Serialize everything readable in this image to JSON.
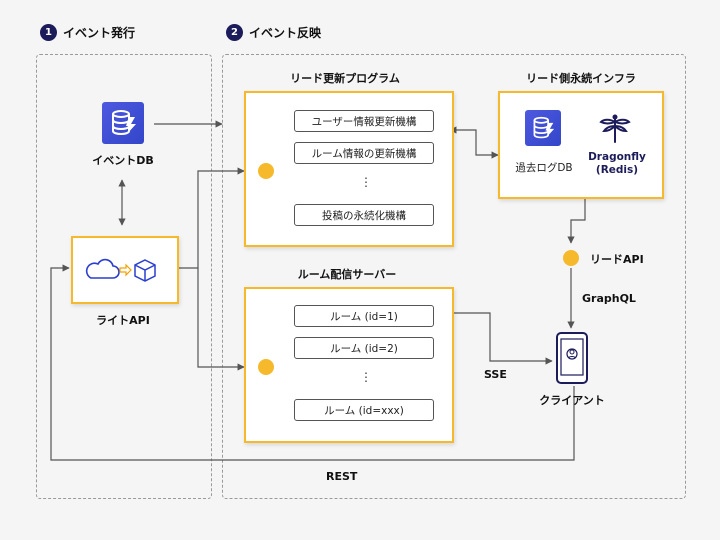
{
  "sections": {
    "publish": {
      "number": "1",
      "title": "イベント発行"
    },
    "reflect": {
      "number": "2",
      "title": "イベント反映"
    }
  },
  "nodes": {
    "event_db": "イベントDB",
    "write_api": "ライトAPI",
    "read_api": "リードAPI",
    "client": "クライアント"
  },
  "read_update": {
    "title": "リード更新プログラム",
    "items": [
      "ユーザー情報更新機構",
      "ルーム情報の更新機構",
      "⋮",
      "投稿の永続化機構"
    ]
  },
  "read_infra": {
    "title": "リード側永続インフラ",
    "past_log_db": "過去ログDB",
    "dragonfly": "Dragonfly",
    "redis": "(Redis)"
  },
  "room_delivery": {
    "title": "ルーム配信サーバー",
    "items": [
      "ルーム (id=1)",
      "ルーム (id=2)",
      "⋮",
      "ルーム (id=xxx)"
    ]
  },
  "edge_labels": {
    "graphql": "GraphQL",
    "sse": "SSE",
    "rest": "REST"
  },
  "colors": {
    "accent": "#f6b92b",
    "navy": "#1c1c5a",
    "aws_blue": "#3f4fd6"
  }
}
